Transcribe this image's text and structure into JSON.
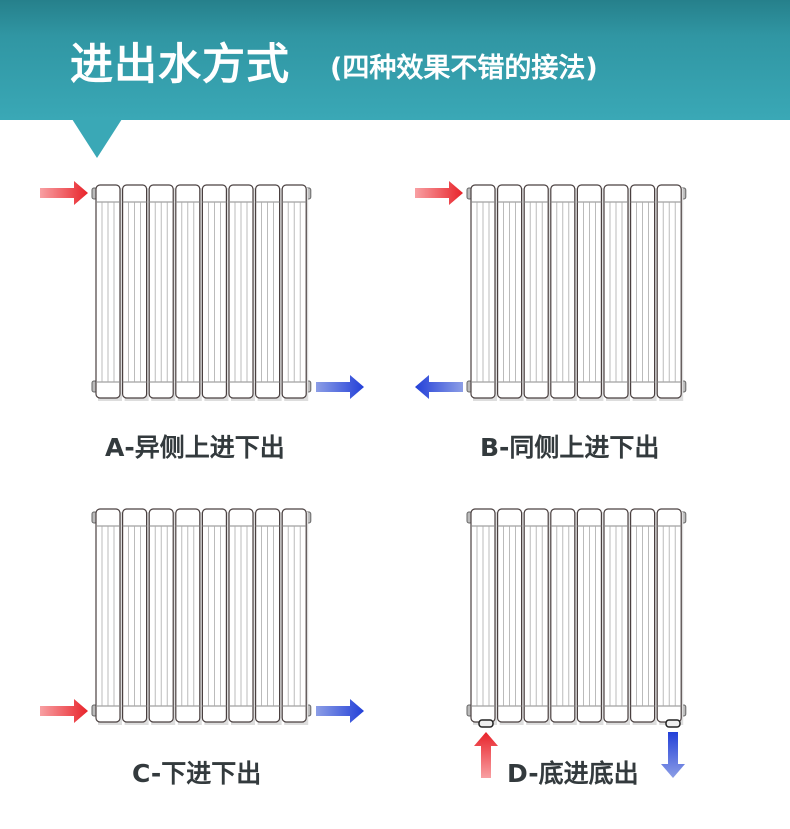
{
  "header": {
    "title": "进出水方式",
    "subtitle": "(四种效果不错的接法)"
  },
  "colors": {
    "header": "#3aa8b6",
    "inlet": "#e8232a",
    "outlet": "#2340d8",
    "label": "#333a3d"
  },
  "radiators": [
    {
      "id": "A",
      "label": "A-异侧上进下出",
      "columns": 8,
      "inlet": "top-left",
      "outlet": "bottom-right"
    },
    {
      "id": "B",
      "label": "B-同侧上进下出",
      "columns": 8,
      "inlet": "top-left",
      "outlet": "bottom-left"
    },
    {
      "id": "C",
      "label": "C-下进下出",
      "columns": 8,
      "inlet": "bottom-left",
      "outlet": "bottom-right"
    },
    {
      "id": "D",
      "label": "D-底进底出",
      "columns": 8,
      "inlet": "under-left",
      "outlet": "under-right"
    }
  ]
}
